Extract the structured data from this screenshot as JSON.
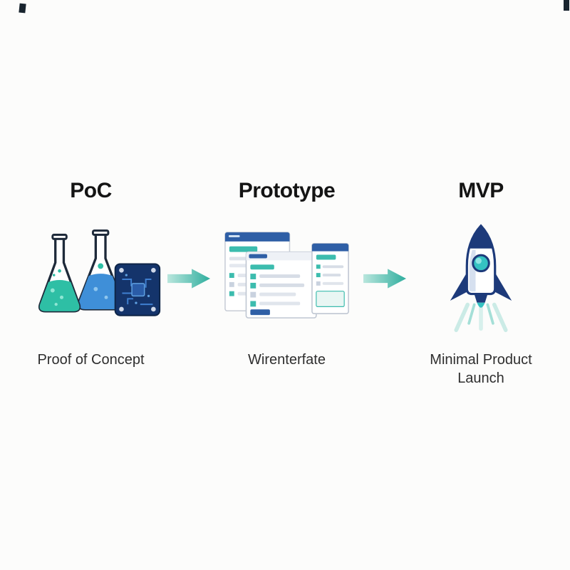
{
  "diagram": {
    "stages": [
      {
        "id": "poc",
        "title": "PoC",
        "caption": "Proof of Concept",
        "icon": "flasks-and-chip-icon"
      },
      {
        "id": "prototype",
        "title": "Prototype",
        "caption": "Wirenterfate",
        "icon": "wireframe-windows-icon"
      },
      {
        "id": "mvp",
        "title": "MVP",
        "caption": "Minimal Product Launch",
        "icon": "rocket-icon"
      }
    ],
    "arrows": [
      {
        "from": "poc",
        "to": "prototype"
      },
      {
        "from": "prototype",
        "to": "mvp"
      }
    ],
    "colors": {
      "teal": "#2EBFA5",
      "teal_light": "#A9E2D8",
      "blue": "#3F8FD8",
      "navy": "#1D3A7A",
      "chip_navy": "#14346B",
      "window_blue": "#2F5FA6",
      "text_title": "#141414",
      "text_caption": "#2E2E2E",
      "background": "#FCFCFB"
    }
  }
}
